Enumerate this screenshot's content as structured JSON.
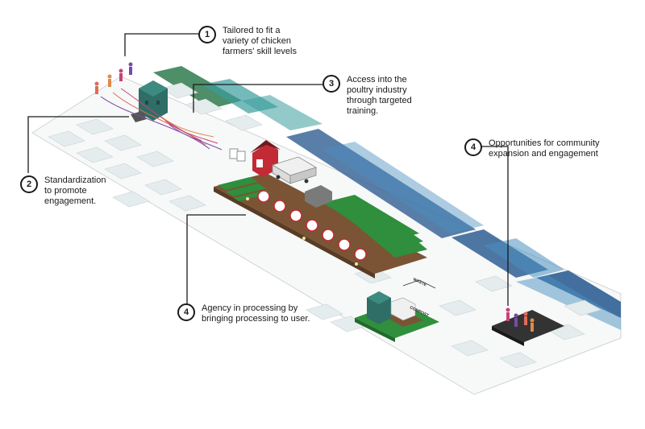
{
  "callouts": [
    {
      "number": "1",
      "text": "Tailored to fit a\nvariety of chicken\nfarmers' skill levels"
    },
    {
      "number": "3",
      "text": "Access into the\npoultry industry\nthrough targeted\ntraining."
    },
    {
      "number": "2",
      "text": "Standardization\nto promote\nengagement."
    },
    {
      "number": "4",
      "text": "Opportunities for community\nexpansion and engagement"
    },
    {
      "number": "4",
      "text": "Agency in processing by\nbringing processing to user."
    }
  ],
  "labels": {
    "waste": "WASTE",
    "compost": "COMPOST"
  },
  "colors": {
    "field": "#7a5435",
    "crops": "#2f8f3c",
    "silo": "#2e6e66",
    "barn": "#c22b36",
    "band_dark": "#2f5f94",
    "band_mid": "#4a8fbf",
    "band_teal": "#3a9c9c",
    "band_green": "#2f7a4e",
    "card": "#e4ecee",
    "people": [
      "#e06b5a",
      "#c7437a",
      "#7b4aa3",
      "#e08a4a"
    ]
  },
  "icons": [
    "chick-icon",
    "feed-icon",
    "grid-icon",
    "snowflake-icon",
    "sprout-icon",
    "crate-icon",
    "fence-icon"
  ]
}
